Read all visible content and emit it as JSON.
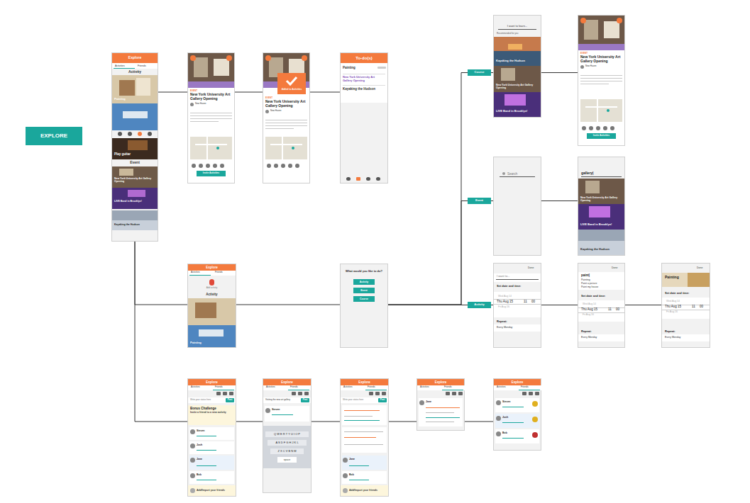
{
  "diagram": {
    "nodes": [
      {
        "text": [
          "EXPLORE"
        ]
      },
      {
        "text": [
          "Activities",
          "Friends",
          "Activity",
          "Painting",
          "Play guitar",
          "Event",
          "New York University Art Gallery Opening",
          "LIVE Band in Brooklyn!",
          "Kayaking the Hudson"
        ]
      },
      {
        "text": [
          "Explore"
        ],
        "in": 1
      },
      {
        "text": [
          "EVENT",
          "New York University Art Gallery Opening",
          "New Haven"
        ]
      },
      {
        "text": [
          "Invite Activities"
        ],
        "in": 3
      },
      {
        "text": [
          "EVENT",
          "New York University Art Gallery Opening",
          "New Haven"
        ]
      },
      {
        "text": [
          "Added to Activities"
        ],
        "in": 5
      },
      {
        "text": [
          "Painting",
          "New York University Art Gallery Opening",
          "Kayaking the Hudson"
        ]
      },
      {
        "text": [
          "To-do(s)"
        ],
        "in": 7
      },
      {
        "text": [
          "Course"
        ]
      },
      {
        "text": [
          "I want to learn...",
          "Recommended for you",
          "Kayaking the Hudson",
          "New York University Art Gallery Opening",
          "LIVE Band in Brooklyn!"
        ]
      },
      {
        "text": [
          "EVENT",
          "New York University Art Gallery Opening",
          "New Haven"
        ]
      },
      {
        "text": [
          "Invite Activities"
        ],
        "in": 11
      },
      {
        "text": [
          "Event"
        ]
      },
      {
        "text": [
          "Search"
        ]
      },
      {
        "text": [
          "gallery|",
          "New York University Art Gallery Opening",
          "LIVE Band in Brooklyn!",
          "Kayaking the Hudson"
        ]
      },
      {
        "text": [
          "Activities",
          "Friends",
          "Add activity",
          "Activity",
          "Painting"
        ]
      },
      {
        "text": [
          "Explore"
        ],
        "in": 16
      },
      {
        "text": [
          "What would you like to do?"
        ]
      },
      {
        "text": [
          "Activity"
        ],
        "in": 18
      },
      {
        "text": [
          "Event"
        ],
        "in": 18
      },
      {
        "text": [
          "Course"
        ],
        "in": 18
      },
      {
        "text": [
          "Activity"
        ]
      },
      {
        "text": [
          "Done",
          "I want to...",
          "Set date and time:",
          "Wed Aug 14",
          "Thu Aug 15",
          "11",
          "00",
          "Fri Aug 16",
          "Repeat:",
          "Every Monday"
        ]
      },
      {
        "text": [
          "Done",
          "paint|",
          "Painting",
          "Paint a picture",
          "Paint my house",
          "Set date and time:",
          "Wed Aug 14",
          "Thu Aug 15",
          "11",
          "00",
          "Fri Aug 16",
          "Repeat:",
          "Every Monday"
        ]
      },
      {
        "text": [
          "Done",
          "Painting",
          "Set date and time:",
          "Wed Aug 14",
          "Thu Aug 15",
          "11",
          "00",
          "Fri Aug 16",
          "Repeat:",
          "Every Monday"
        ]
      },
      {
        "text": [
          "Activities",
          "Friends",
          "Write your status here",
          "Post",
          "Bonus Challenge",
          "Invite a friend to a new activity",
          "Steven",
          "Josh",
          "Jane",
          "Bob",
          "Add/Import your friends"
        ]
      },
      {
        "text": [
          "Explore"
        ],
        "in": 26
      },
      {
        "text": [
          "Activities",
          "Friends",
          "Visiting the new art gallery",
          "Post",
          "Steven",
          "Q W E R T Y U I O P",
          "A S D F G H J K L",
          "Z X C V B N M",
          "space"
        ]
      },
      {
        "text": [
          "Explore"
        ],
        "in": 28
      },
      {
        "text": [
          "Activities",
          "Friends",
          "Write your status here",
          "Post",
          "Jane",
          "Bob",
          "Add/Import your friends"
        ]
      },
      {
        "text": [
          "Explore"
        ],
        "in": 30
      },
      {
        "text": [
          "Activities",
          "Friends",
          "Jane"
        ]
      },
      {
        "text": [
          "Explore"
        ],
        "in": 32
      },
      {
        "text": [
          "Activities",
          "Friends",
          "Steven",
          "Josh",
          "Bob"
        ]
      },
      {
        "text": [
          "Explore"
        ],
        "in": 34
      }
    ],
    "edges": [
      {
        "from": 1,
        "to": 3,
        "arrow": "none"
      },
      {
        "from": 3,
        "to": 5,
        "arrow": "none"
      },
      {
        "from": 5,
        "to": 7,
        "arrow": "none"
      },
      {
        "from": 1,
        "to": 16,
        "arrow": "none"
      },
      {
        "from": 1,
        "to": 26,
        "arrow": "none"
      },
      {
        "from": 16,
        "to": 18,
        "arrow": "none"
      },
      {
        "from": 18,
        "to": 9,
        "arrow": "none"
      },
      {
        "from": 18,
        "to": 13,
        "arrow": "none"
      },
      {
        "from": 18,
        "to": 22,
        "arrow": "none"
      },
      {
        "from": 9,
        "to": 10,
        "arrow": "none"
      },
      {
        "from": 10,
        "to": 11,
        "arrow": "none"
      },
      {
        "from": 13,
        "to": 14,
        "arrow": "none"
      },
      {
        "from": 14,
        "to": 15,
        "arrow": "none"
      },
      {
        "from": 22,
        "to": 23,
        "arrow": "none"
      },
      {
        "from": 23,
        "to": 24,
        "arrow": "none"
      },
      {
        "from": 24,
        "to": 25,
        "arrow": "none"
      },
      {
        "from": 26,
        "to": 28,
        "arrow": "none"
      },
      {
        "from": 28,
        "to": 30,
        "arrow": "none"
      },
      {
        "from": 30,
        "to": 32,
        "arrow": "none"
      },
      {
        "from": 32,
        "to": 34,
        "arrow": "none"
      }
    ]
  }
}
